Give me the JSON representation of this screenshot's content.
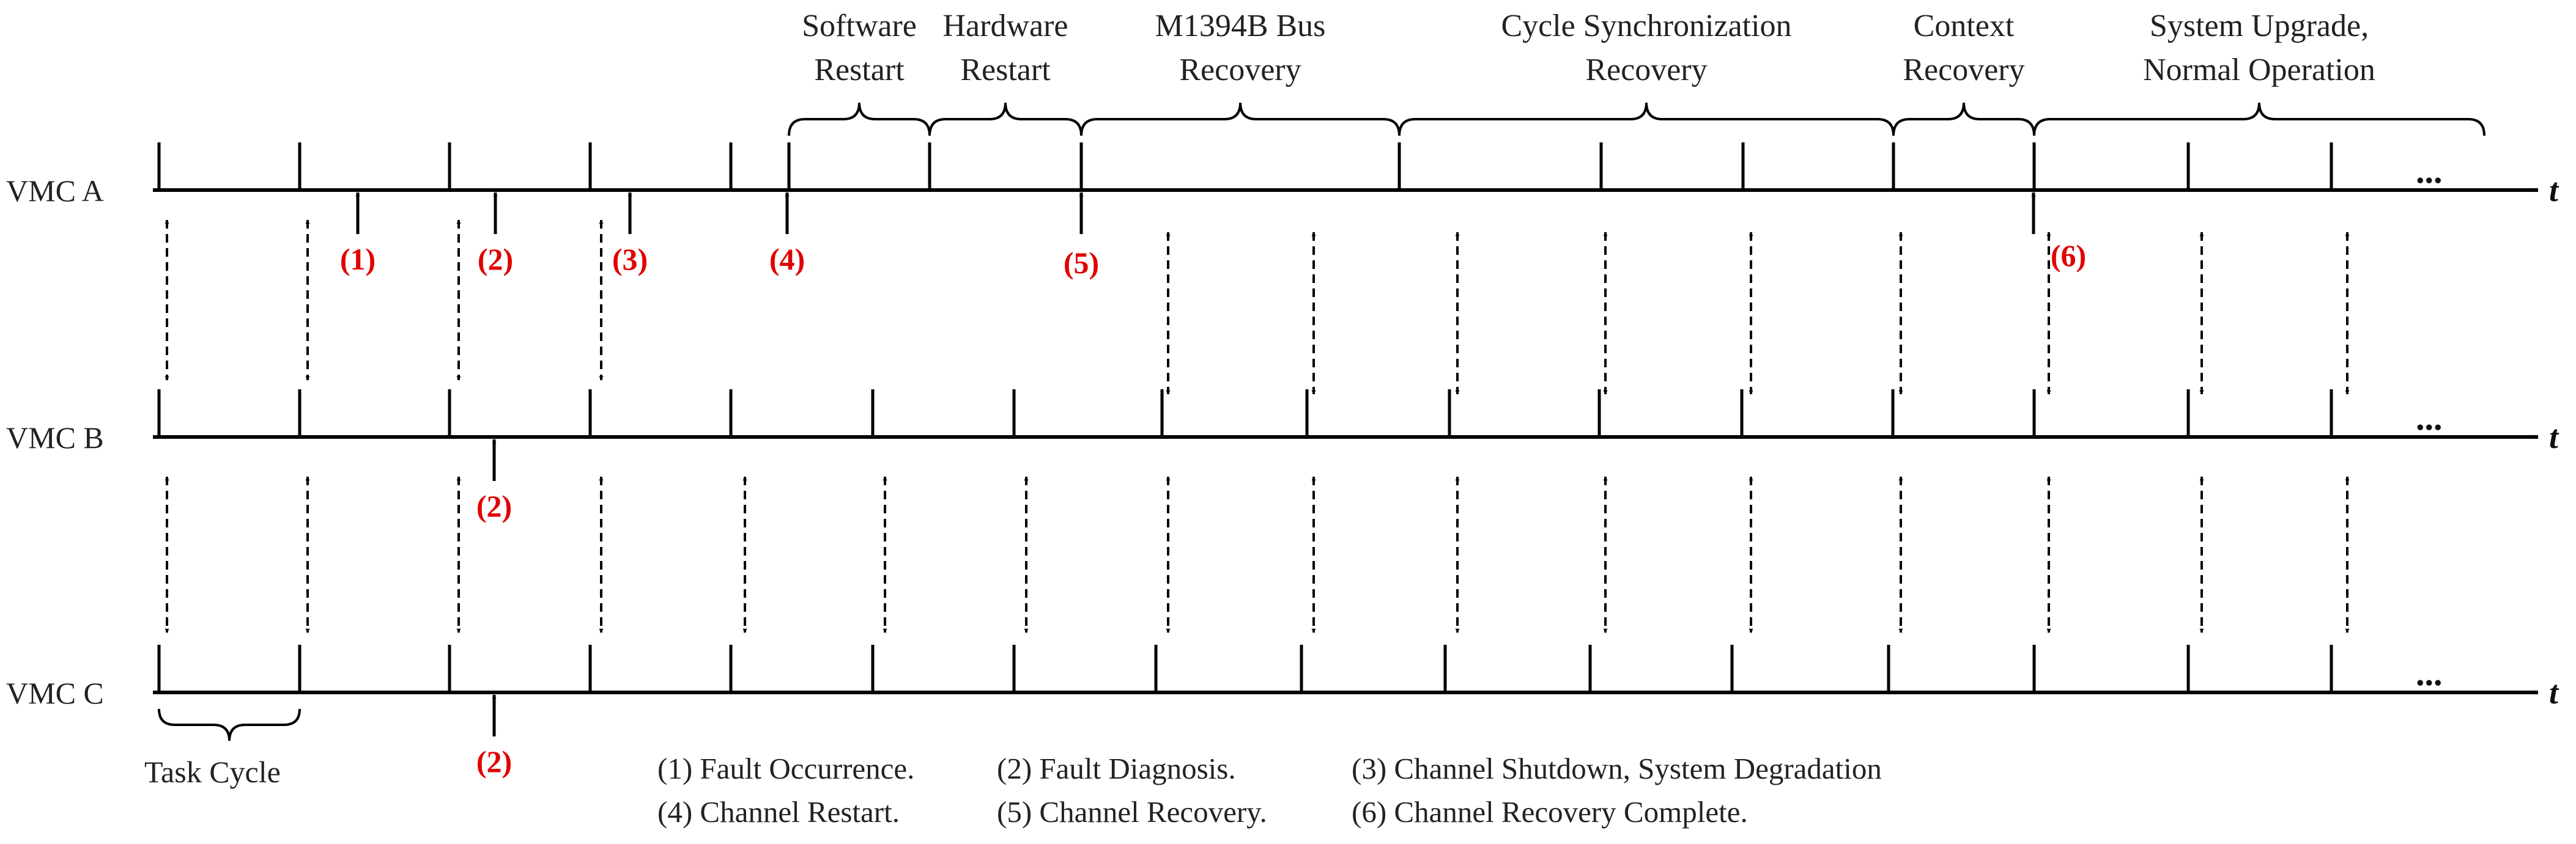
{
  "timelines": [
    {
      "label": "VMC A",
      "axis_symbol": "t",
      "continuation": "..."
    },
    {
      "label": "VMC B",
      "axis_symbol": "t",
      "continuation": "..."
    },
    {
      "label": "VMC C",
      "axis_symbol": "t",
      "continuation": "..."
    }
  ],
  "phases": [
    {
      "lines": [
        "Software",
        "Restart"
      ]
    },
    {
      "lines": [
        "Hardware",
        "Restart"
      ]
    },
    {
      "lines": [
        "M1394B Bus",
        "Recovery"
      ]
    },
    {
      "lines": [
        "Cycle Synchronization",
        "Recovery"
      ]
    },
    {
      "lines": [
        "Context",
        "Recovery"
      ]
    },
    {
      "lines": [
        "System Upgrade,",
        "Normal Operation"
      ]
    }
  ],
  "events": [
    {
      "label": "(1)",
      "timeline": "VMC A"
    },
    {
      "label": "(2)",
      "timeline": "VMC A"
    },
    {
      "label": "(3)",
      "timeline": "VMC A"
    },
    {
      "label": "(4)",
      "timeline": "VMC A"
    },
    {
      "label": "(5)",
      "timeline": "VMC A"
    },
    {
      "label": "(6)",
      "timeline": "VMC A"
    },
    {
      "label": "(2)",
      "timeline": "VMC B"
    },
    {
      "label": "(2)",
      "timeline": "VMC C"
    }
  ],
  "task_cycle_label": "Task Cycle",
  "legend": [
    [
      "(1) Fault Occurrence.",
      "(2) Fault Diagnosis.",
      "(3) Channel Shutdown, System Degradation"
    ],
    [
      "(4) Channel Restart.",
      "(5) Channel Recovery.",
      "(6) Channel Recovery Complete."
    ]
  ],
  "colors": {
    "event_marker": "#e00000",
    "lines": "#000000",
    "text": "#222222"
  }
}
